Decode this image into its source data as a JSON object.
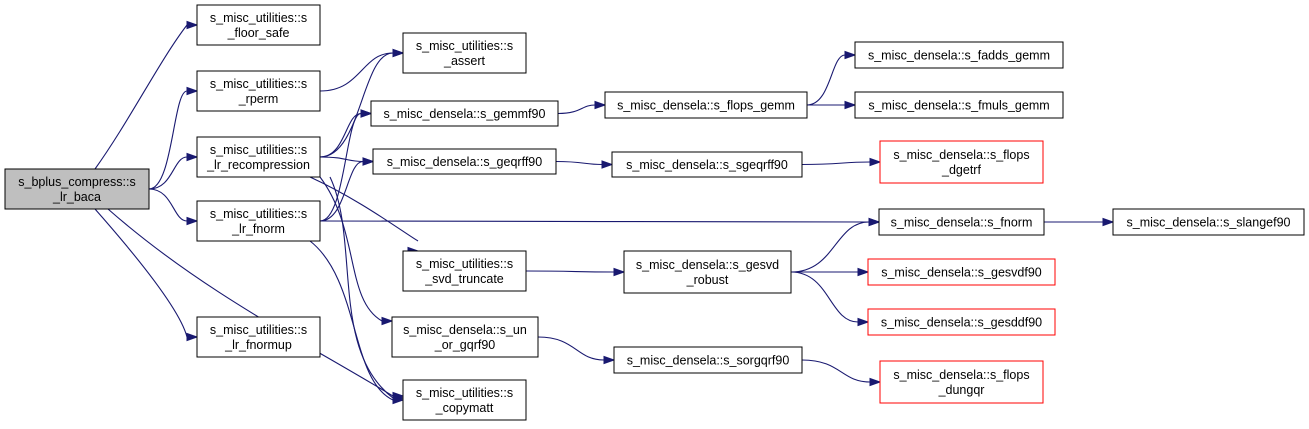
{
  "colors": {
    "edge": "#191970",
    "node_border": "#000000",
    "node_fill": "#ffffff",
    "root_fill": "#bfbfbf",
    "external_border": "#ff0000"
  },
  "nodes": [
    {
      "id": "root",
      "lines": [
        "s_bplus_compress::s",
        "_lr_baca"
      ],
      "style": "root"
    },
    {
      "id": "floor",
      "lines": [
        "s_misc_utilities::s",
        "_floor_safe"
      ],
      "style": "normal"
    },
    {
      "id": "rperm",
      "lines": [
        "s_misc_utilities::s",
        "_rperm"
      ],
      "style": "normal"
    },
    {
      "id": "lrrec",
      "lines": [
        "s_misc_utilities::s",
        "_lr_recompression"
      ],
      "style": "normal"
    },
    {
      "id": "lrfnorm",
      "lines": [
        "s_misc_utilities::s",
        "_lr_fnorm"
      ],
      "style": "normal"
    },
    {
      "id": "lrfnormup",
      "lines": [
        "s_misc_utilities::s",
        "_lr_fnormup"
      ],
      "style": "normal"
    },
    {
      "id": "assert",
      "lines": [
        "s_misc_utilities::s",
        "_assert"
      ],
      "style": "normal"
    },
    {
      "id": "gemmf90",
      "lines": [
        "s_misc_densela::s_gemmf90"
      ],
      "style": "normal"
    },
    {
      "id": "geqrff90",
      "lines": [
        "s_misc_densela::s_geqrff90"
      ],
      "style": "normal"
    },
    {
      "id": "svdtrunc",
      "lines": [
        "s_misc_utilities::s",
        "_svd_truncate"
      ],
      "style": "normal"
    },
    {
      "id": "unorgqrf",
      "lines": [
        "s_misc_densela::s_un",
        "_or_gqrf90"
      ],
      "style": "normal"
    },
    {
      "id": "copymatt",
      "lines": [
        "s_misc_utilities::s",
        "_copymatt"
      ],
      "style": "normal"
    },
    {
      "id": "flopsgemm",
      "lines": [
        "s_misc_densela::s_flops_gemm"
      ],
      "style": "normal"
    },
    {
      "id": "sgeqrff90",
      "lines": [
        "s_misc_densela::s_sgeqrff90"
      ],
      "style": "normal"
    },
    {
      "id": "gesvdrob",
      "lines": [
        "s_misc_densela::s_gesvd",
        "_robust"
      ],
      "style": "normal"
    },
    {
      "id": "sorgqrf90",
      "lines": [
        "s_misc_densela::s_sorgqrf90"
      ],
      "style": "normal"
    },
    {
      "id": "fadds",
      "lines": [
        "s_misc_densela::s_fadds_gemm"
      ],
      "style": "normal"
    },
    {
      "id": "fmuls",
      "lines": [
        "s_misc_densela::s_fmuls_gemm"
      ],
      "style": "normal"
    },
    {
      "id": "flopsdgetrf",
      "lines": [
        "s_misc_densela::s_flops",
        "_dgetrf"
      ],
      "style": "external"
    },
    {
      "id": "fnorm",
      "lines": [
        "s_misc_densela::s_fnorm"
      ],
      "style": "normal"
    },
    {
      "id": "gesvdf90",
      "lines": [
        "s_misc_densela::s_gesvdf90"
      ],
      "style": "external"
    },
    {
      "id": "gesddf90",
      "lines": [
        "s_misc_densela::s_gesddf90"
      ],
      "style": "external"
    },
    {
      "id": "flopsdungqr",
      "lines": [
        "s_misc_densela::s_flops",
        "_dungqr"
      ],
      "style": "external"
    },
    {
      "id": "slangef90",
      "lines": [
        "s_misc_densela::s_slangef90"
      ],
      "style": "normal"
    }
  ],
  "edges": [
    {
      "from": "root",
      "to": "floor"
    },
    {
      "from": "root",
      "to": "rperm"
    },
    {
      "from": "root",
      "to": "lrrec"
    },
    {
      "from": "root",
      "to": "lrfnorm"
    },
    {
      "from": "root",
      "to": "lrfnormup"
    },
    {
      "from": "root",
      "to": "copymatt"
    },
    {
      "from": "rperm",
      "to": "assert"
    },
    {
      "from": "lrrec",
      "to": "assert"
    },
    {
      "from": "lrrec",
      "to": "gemmf90"
    },
    {
      "from": "lrrec",
      "to": "geqrff90"
    },
    {
      "from": "lrrec",
      "to": "svdtrunc"
    },
    {
      "from": "lrrec",
      "to": "unorgqrf"
    },
    {
      "from": "lrrec",
      "to": "copymatt"
    },
    {
      "from": "lrfnorm",
      "to": "gemmf90"
    },
    {
      "from": "lrfnorm",
      "to": "geqrff90"
    },
    {
      "from": "lrfnorm",
      "to": "fnorm"
    },
    {
      "from": "lrfnorm",
      "to": "copymatt"
    },
    {
      "from": "gemmf90",
      "to": "flopsgemm"
    },
    {
      "from": "geqrff90",
      "to": "sgeqrff90"
    },
    {
      "from": "svdtrunc",
      "to": "gesvdrob"
    },
    {
      "from": "unorgqrf",
      "to": "sorgqrf90"
    },
    {
      "from": "flopsgemm",
      "to": "fadds"
    },
    {
      "from": "flopsgemm",
      "to": "fmuls"
    },
    {
      "from": "sgeqrff90",
      "to": "flopsdgetrf"
    },
    {
      "from": "gesvdrob",
      "to": "fnorm"
    },
    {
      "from": "gesvdrob",
      "to": "gesvdf90"
    },
    {
      "from": "gesvdrob",
      "to": "gesddf90"
    },
    {
      "from": "sorgqrf90",
      "to": "flopsdungqr"
    },
    {
      "from": "fnorm",
      "to": "slangef90"
    }
  ]
}
